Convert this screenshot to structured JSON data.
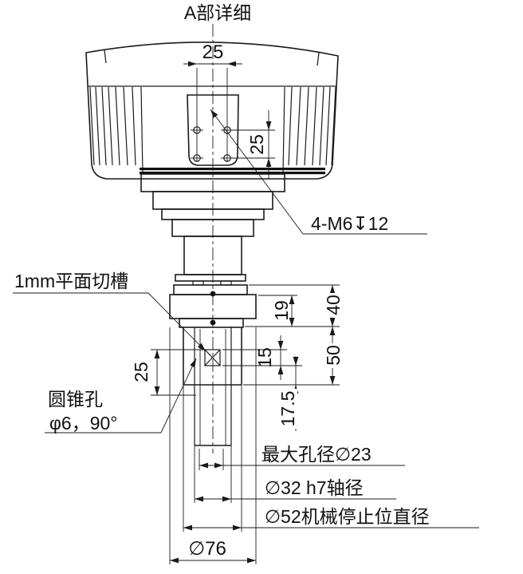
{
  "drawing": {
    "title": "A部详细",
    "colors": {
      "background": "#ffffff",
      "line": "#1a1a1a"
    },
    "notes": {
      "thread": "4-M6↧12",
      "flat_groove": "1mm平面切槽",
      "cone_hole_name": "圆锥孔",
      "cone_hole_spec": "φ6，90°",
      "max_bore": "最大孔径∅23",
      "shaft_diameter": "∅32 h7轴径",
      "mech_stop_diameter": "∅52机械停止位直径"
    },
    "dimensions": {
      "hole_spacing_horizontal": "25",
      "hole_spacing_vertical": "25",
      "groove_position": "25",
      "groove_length": "15",
      "flange_step_height": "19",
      "flange_total_height": "40",
      "stop_section_height": "50",
      "cone_hole_offset": "17.5",
      "flange_diameter": "∅76"
    }
  }
}
